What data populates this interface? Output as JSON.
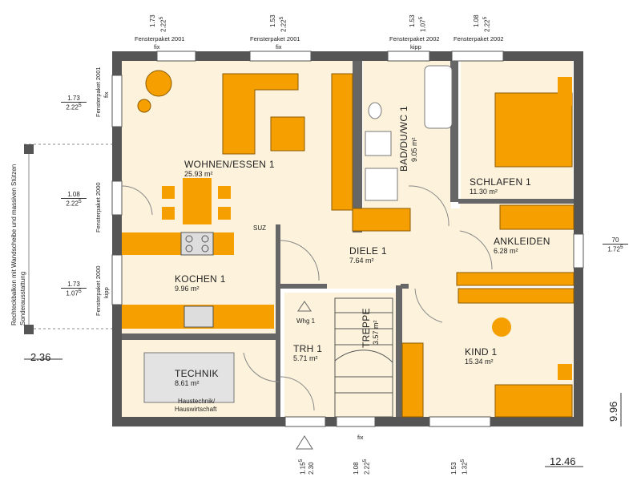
{
  "rooms": {
    "wohnen": {
      "name": "WOHNEN/ESSEN 1",
      "area": "25.93 m²"
    },
    "bad": {
      "name": "BAD/DU/WC 1",
      "area": "9.05 m²"
    },
    "schlafen": {
      "name": "SCHLAFEN 1",
      "area": "11.30 m²"
    },
    "diele": {
      "name": "DIELE 1",
      "area": "7.64 m²"
    },
    "ankleiden": {
      "name": "ANKLEIDEN",
      "area": "6.28 m²"
    },
    "kochen": {
      "name": "KOCHEN 1",
      "area": "9.96 m²"
    },
    "trh": {
      "name": "TRH 1",
      "area": "5.71 m²"
    },
    "treppe": {
      "name": "TREPPE",
      "area": "3.57 m²"
    },
    "kind": {
      "name": "KIND 1",
      "area": "15.34 m²"
    },
    "technik": {
      "name": "TECHNIK",
      "area": "8.61 m²",
      "note1": "Haustechnik/",
      "note2": "Hauswirtschaft"
    }
  },
  "windows": {
    "w1": {
      "type": "Fensterpaket 2001",
      "note": "fix"
    },
    "w2": {
      "type": "Fensterpaket 2001",
      "note": "fix"
    },
    "w3": {
      "type": "Fensterpaket 2002",
      "note": "kipp"
    },
    "w4": {
      "type": "Fensterpaket 2002",
      "note": ""
    },
    "wl1": {
      "type": "Fensterpaket 2001",
      "note": "fix"
    },
    "wl2": {
      "type": "Fensterpaket 2000",
      "note": ""
    },
    "wl3": {
      "type": "Fensterpaket 2000",
      "note": "kipp"
    },
    "bottom_fix": "fix"
  },
  "dims_top": [
    {
      "a": "1.73",
      "b": "2.22",
      "sup": "5"
    },
    {
      "a": "1.53",
      "b": "2.22",
      "sup": "5"
    },
    {
      "a": "1.53",
      "b": "1.07",
      "sup": "5"
    },
    {
      "a": "1.08",
      "b": "2.22",
      "sup": "5"
    }
  ],
  "dims_left": [
    {
      "a": "1.73",
      "b": "2.22",
      "sup": "5"
    },
    {
      "a": "1.08",
      "b": "2.22",
      "sup": "5"
    },
    {
      "a": "1.73",
      "b": "1.07",
      "sup": "5"
    }
  ],
  "dims_bottom": [
    {
      "a": "1.15",
      "asup": "5",
      "b": "2.30"
    },
    {
      "a": "1.08",
      "b": "2.22",
      "sup": "5"
    },
    {
      "a": "1.53",
      "b": "1.32",
      "sup": "5"
    }
  ],
  "dim_right_window": {
    "a": "70",
    "b": "1.72",
    "sup": "5"
  },
  "overall": {
    "depth": "9.96",
    "width": "12.46",
    "balcony": "2.36"
  },
  "balcony_text": "Rechteckbalkon mit Wandscheibe und massiven Stützen Sonderausstattung",
  "labels": {
    "suz": "SUZ",
    "whg": "Whg 1"
  }
}
